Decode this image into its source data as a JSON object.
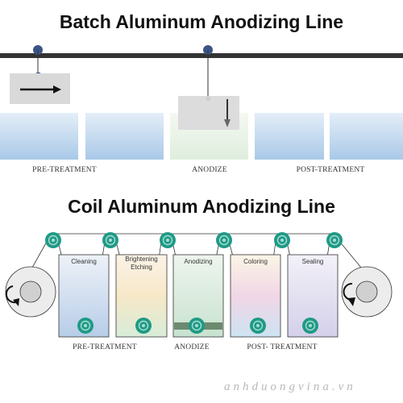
{
  "batch": {
    "title": "Batch Aluminum Anodizing Line",
    "stages": [
      "PRE-TREATMENT",
      "ANODIZE",
      "POST-TREATMENT"
    ]
  },
  "coil": {
    "title": "Coil Aluminum Anodizing Line",
    "tanks": [
      "Cleaning",
      "Brightening Etching",
      "Anodizing",
      "Coloring",
      "Sealing"
    ],
    "stages": [
      "PRE-TREATMENT",
      "ANODIZE",
      "POST- TREATMENT"
    ]
  },
  "watermark": "anhduongvina.vn",
  "colors": {
    "rail": "#333333",
    "hook": "#3b5486",
    "roller": "#1f9a86",
    "tank_blue": "#b5d0ea",
    "arrow": "#111111"
  }
}
